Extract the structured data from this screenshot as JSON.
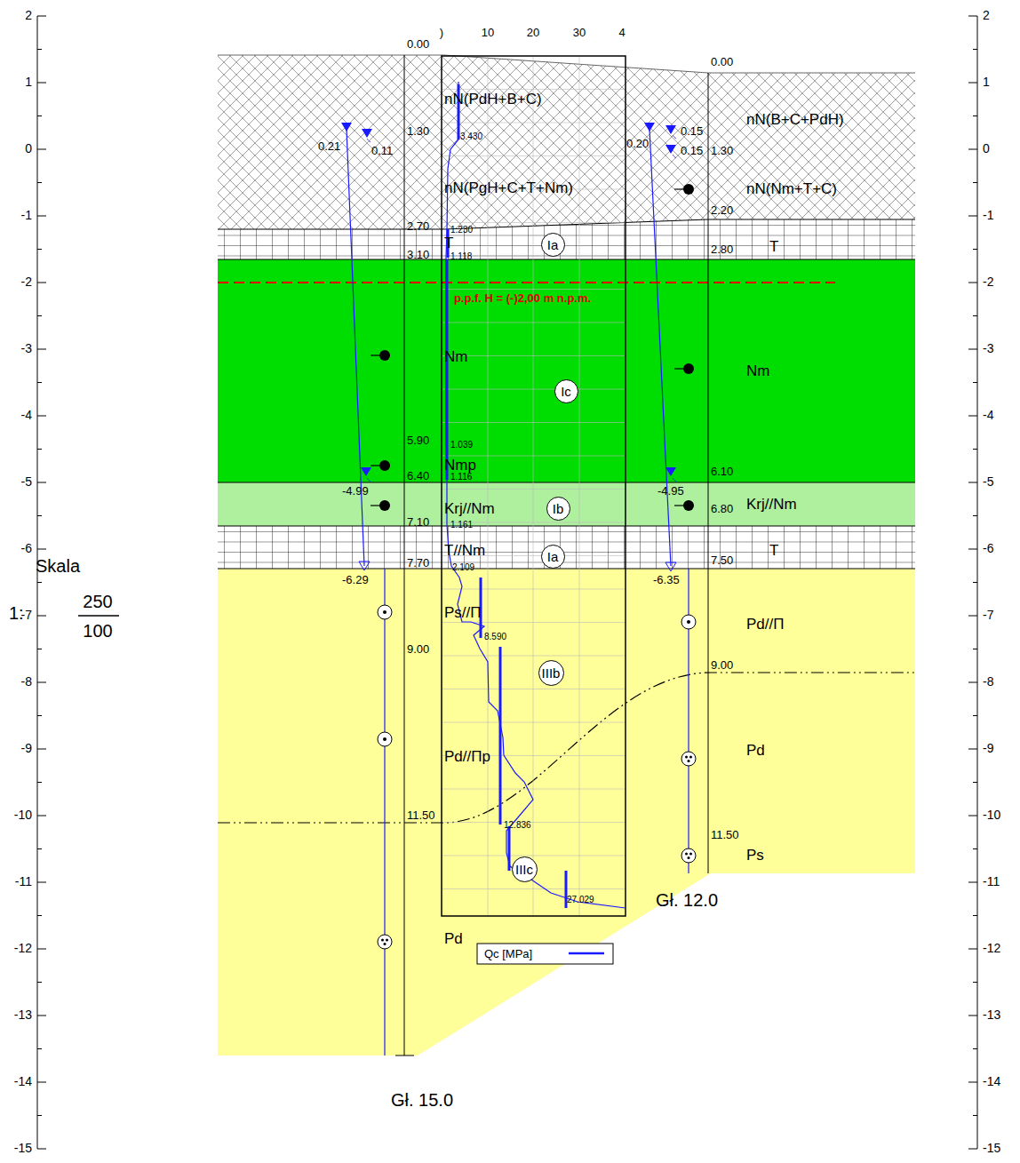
{
  "diagram": {
    "nodes": [
      {
        "text": [
          "Ia"
        ]
      },
      {
        "text": [
          "Ic"
        ]
      },
      {
        "text": [
          "Ib"
        ]
      },
      {
        "text": [
          "Ia"
        ]
      },
      {
        "text": [
          "IIIb"
        ]
      },
      {
        "text": [
          "IIIc"
        ]
      }
    ],
    "labels": [
      "2",
      "1",
      "0",
      "-1",
      "-2",
      "-3",
      "-4",
      "-5",
      "-6",
      "-7",
      "-8",
      "-9",
      "-10",
      "-11",
      "-12",
      "-13",
      "-14",
      "-15",
      "2",
      "1",
      "0",
      "-1",
      "-2",
      "-3",
      "-4",
      "-5",
      "-6",
      "-7",
      "-8",
      "-9",
      "-10",
      "-11",
      "-12",
      "-13",
      "-14",
      "-15",
      "0.00",
      ")",
      "10",
      "20",
      "30",
      "4",
      "nN(PdH+B+C)",
      "3.430",
      "1.30",
      "0.21",
      "0.11",
      "nN(PgH+C+T+Nm)",
      "2.70",
      "1.230",
      "T",
      "3.10",
      "1.118",
      "p.p.f. H = (-)2,00 m n.p.m.",
      "Nm",
      "5.90",
      "1.039",
      "Nmp",
      "6.40",
      "1.116",
      "-4.99",
      "Krj//Nm",
      "7.10",
      "1.161",
      "T//Nm",
      "7.70",
      "2.109",
      "-6.29",
      "Ps//Π",
      "8.590",
      "9.00",
      "Pd//Πp",
      "11.50",
      "12.836",
      "27.029",
      "Pd",
      "Gł. 15.0",
      "0.00",
      "nN(B+C+PdH)",
      "0.20",
      "0.15",
      "1.30",
      "0.15",
      "nN(Nm+T+C)",
      "2.20",
      "T",
      "2.80",
      "Nm",
      "6.10",
      "-4.95",
      "Krj//Nm",
      "6.80",
      "T",
      "7.50",
      "-6.35",
      "Pd//Π",
      "9.00",
      "Pd",
      "11.50",
      "Ps",
      "Gł. 12.0",
      "Skala",
      "1:",
      "250",
      "100"
    ],
    "legend": [
      {
        "text": "Qc [MPa]"
      }
    ]
  }
}
